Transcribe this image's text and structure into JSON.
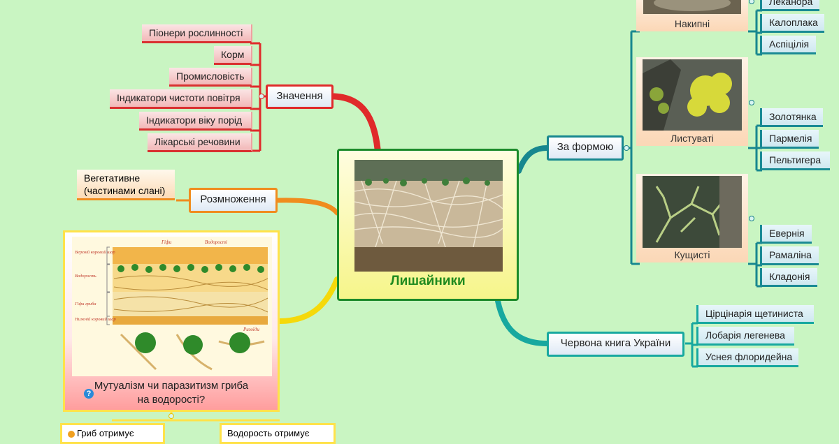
{
  "central": {
    "title": "Лишайники"
  },
  "znachennia": {
    "label": "Значення",
    "items": [
      "Піонери рослинності",
      "Корм",
      "Промисловість",
      "Індикатори чистоти повітря",
      "Індикатори віку порід",
      "Лікарські речовини"
    ]
  },
  "rozmnozhennia": {
    "label": "Розмноження",
    "leaf_line1": "Вегетативне",
    "leaf_line2": "(частинами слані)"
  },
  "za_formoiu": {
    "label": "За формою",
    "cards": [
      {
        "caption": "Накипні",
        "items": [
          "Леканора",
          "Калоплака",
          "Аспіцілія"
        ]
      },
      {
        "caption": "Листуваті",
        "items": [
          "Золотянка",
          "Пармелія",
          "Пельтигера"
        ]
      },
      {
        "caption": "Кущисті",
        "items": [
          "Евернія",
          "Рамаліна",
          "Кладонія"
        ]
      }
    ]
  },
  "chervona_knyha": {
    "label": "Червона книга України",
    "items": [
      "Цірцінарія щетиниста",
      "Лобарія легенева",
      "Уснея флоридейна"
    ]
  },
  "mutualism": {
    "question_line1": "Мутуалізм чи паразитизм гриба",
    "question_line2": "на водорості?",
    "question_icon": "?",
    "diagram_labels": {
      "hyphae_top": "Гіфи",
      "algae_top": "Водорості",
      "upper_cortex": "Верхній коровий шар",
      "algae_layer": "Водорость",
      "fungal_hyphae": "Гіфи гриба",
      "lower_cortex": "Нижній коровий шар",
      "rhizoids": "Ризоїди"
    },
    "children": [
      "Гриб отримує",
      "Водорость отримує"
    ]
  },
  "colors": {
    "background": "#c9f5c2",
    "red_branch": "#e02a2a",
    "orange_branch": "#f08c1e",
    "teal_branch": "#17878f",
    "yellow_branch": "#f5d90a",
    "center_border": "#1b8a2a"
  }
}
